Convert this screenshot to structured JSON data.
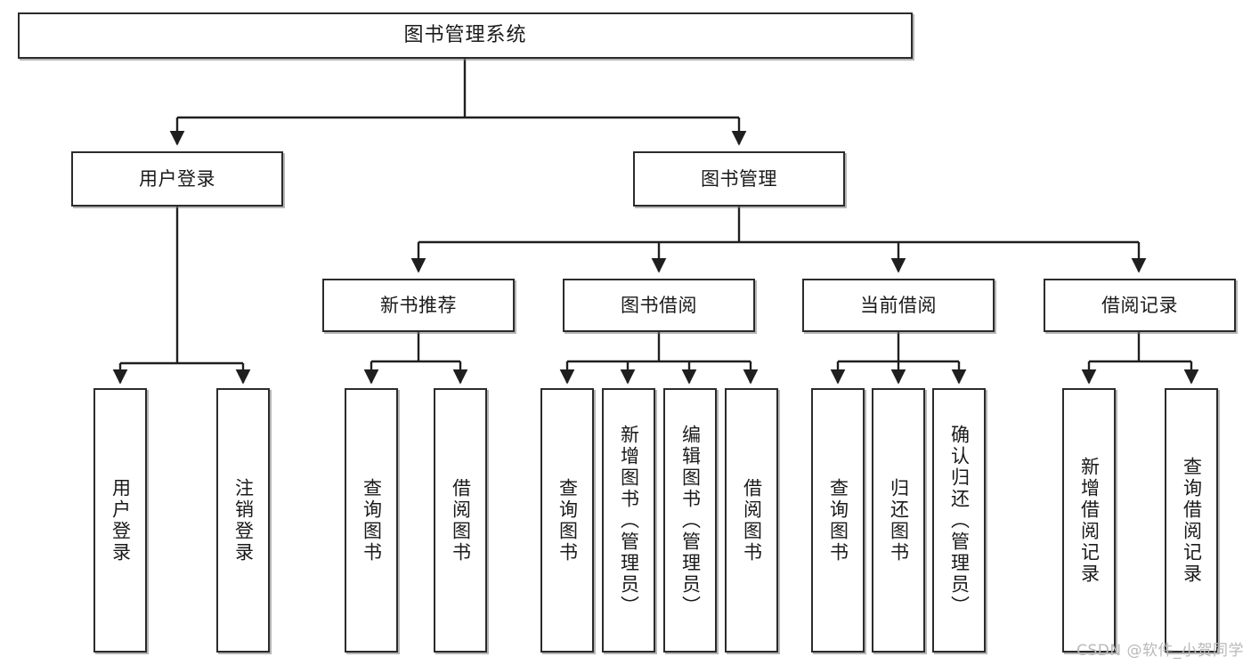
{
  "diagram": {
    "title": "图书管理系统",
    "watermark": "CSDN @软件_小贺同学",
    "colors": {
      "background": "#ffffff",
      "box_border": "#2b2b2b",
      "box_fill": "#ffffff",
      "connector": "#1f1f1f",
      "text": "#1a1a1a",
      "watermark": "#b9b9b9"
    },
    "nodes": {
      "root": {
        "label": "图书管理系统"
      },
      "level2": [
        {
          "id": "user-login",
          "label": "用户登录"
        },
        {
          "id": "book-manage",
          "label": "图书管理"
        }
      ],
      "level3": [
        {
          "id": "new-book-recommend",
          "label": "新书推荐"
        },
        {
          "id": "book-borrow",
          "label": "图书借阅"
        },
        {
          "id": "current-borrow",
          "label": "当前借阅"
        },
        {
          "id": "borrow-record",
          "label": "借阅记录"
        }
      ],
      "leaves": {
        "user_login": [
          {
            "id": "leaf-user-login",
            "label": "用户登录"
          },
          {
            "id": "leaf-logout-login",
            "label": "注销登录"
          }
        ],
        "new_book_recommend": [
          {
            "id": "leaf-query-book-1",
            "label": "查询图书"
          },
          {
            "id": "leaf-borrow-book-1",
            "label": "借阅图书"
          }
        ],
        "book_borrow": [
          {
            "id": "leaf-query-book-2",
            "label": "查询图书"
          },
          {
            "id": "leaf-add-book",
            "label": "新增图书（管理员）"
          },
          {
            "id": "leaf-edit-book",
            "label": "编辑图书（管理员）"
          },
          {
            "id": "leaf-borrow-book-2",
            "label": "借阅图书"
          }
        ],
        "current_borrow": [
          {
            "id": "leaf-query-book-3",
            "label": "查询图书"
          },
          {
            "id": "leaf-return-book",
            "label": "归还图书"
          },
          {
            "id": "leaf-confirm-return",
            "label": "确认归还（管理员）"
          }
        ],
        "borrow_record": [
          {
            "id": "leaf-add-record",
            "label": "新增借阅记录"
          },
          {
            "id": "leaf-query-record",
            "label": "查询借阅记录"
          }
        ]
      }
    }
  }
}
